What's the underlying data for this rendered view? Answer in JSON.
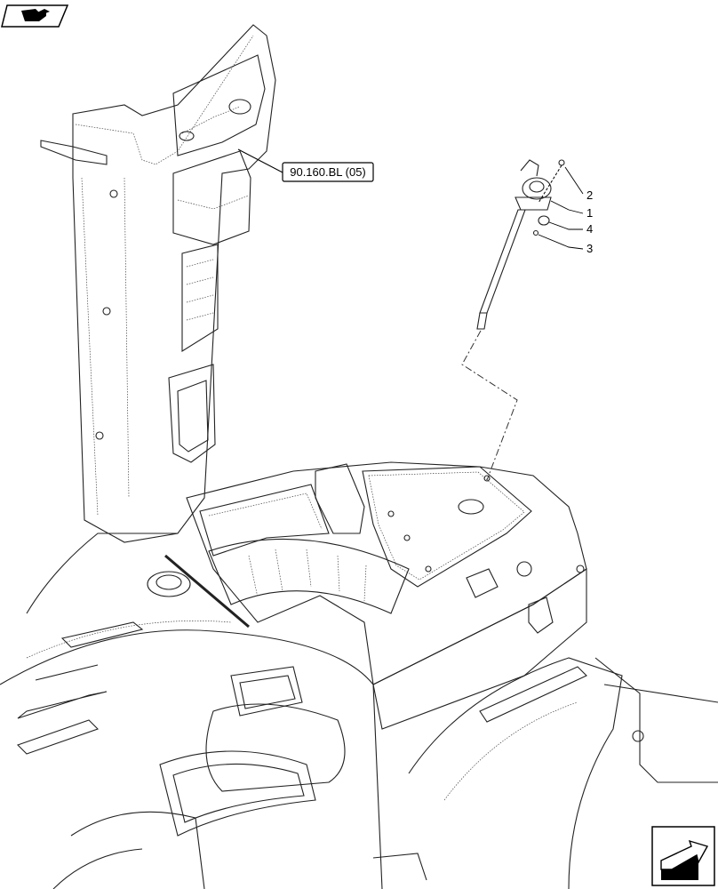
{
  "reference_label": "90.160.BL (05)",
  "callouts": [
    {
      "id": "2",
      "label": "2"
    },
    {
      "id": "1",
      "label": "1"
    },
    {
      "id": "4",
      "label": "4"
    },
    {
      "id": "3",
      "label": "3"
    }
  ],
  "icons": {
    "top_left": "book-hand-icon",
    "bottom_right": "next-page-arrow-icon"
  }
}
